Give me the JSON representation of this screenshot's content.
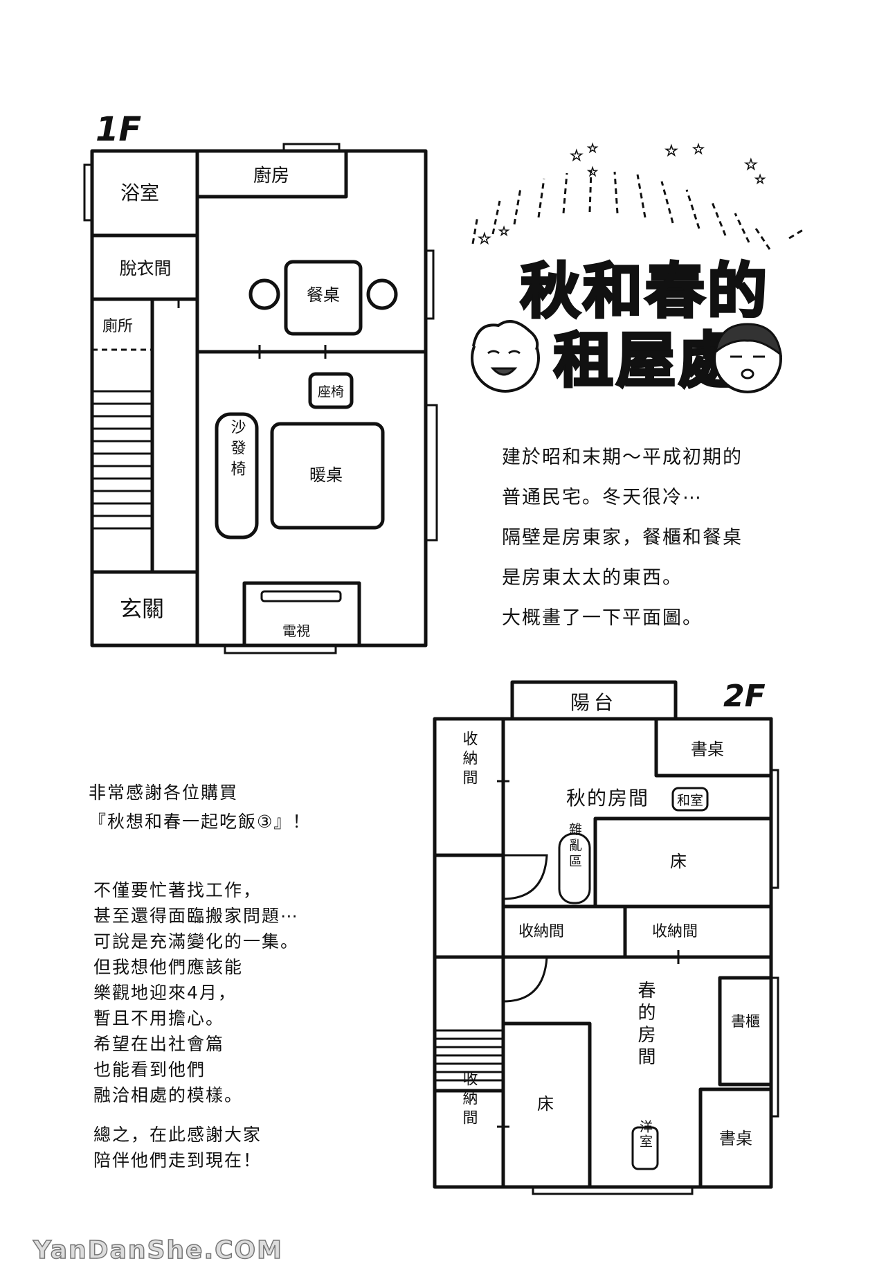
{
  "floor1": {
    "label": "1F",
    "rooms": {
      "bath": "浴室",
      "dressing": "脫衣間",
      "toilet": "廁所",
      "entrance": "玄關",
      "kitchen": "廚房",
      "dining_table": "餐桌",
      "zaisu": "座椅",
      "sofa": "沙發椅",
      "kotatsu": "暖桌",
      "tv": "電視"
    }
  },
  "floor2": {
    "label": "2F",
    "rooms": {
      "balcony": "陽台",
      "storage_left_top": "收納間",
      "desk_top": "書桌",
      "aki_room": "秋的房間",
      "washitsu": "和室",
      "clutter": "雜亂區",
      "bed_top": "床",
      "storage_mid_a": "收納間",
      "storage_mid_b": "收納間",
      "bookcase": "書櫃",
      "haru_room": "春的房間",
      "youshitsu": "洋室",
      "bed_bottom": "床",
      "desk_bottom": "書桌",
      "storage_left_bottom": "收納間"
    }
  },
  "title": {
    "line1": "秋和春的",
    "line2": "租屋處"
  },
  "description": [
    "建於昭和末期～平成初期的",
    "普通民宅。冬天很冷⋯",
    "隔壁是房東家，餐櫃和餐桌",
    "是房東太太的東西。",
    "大概畫了一下平面圖。"
  ],
  "message": {
    "thanks": [
      "非常感謝各位購買",
      "『秋想和春一起吃飯③』！"
    ],
    "body": [
      "不僅要忙著找工作，",
      "甚至還得面臨搬家問題⋯",
      "可說是充滿變化的一集。",
      "但我想他們應該能",
      "樂觀地迎來4月，",
      "暫且不用擔心。",
      "希望在出社會篇",
      "也能看到他們",
      "融洽相處的模樣。"
    ],
    "closing": [
      "總之，在此感謝大家",
      "陪伴他們走到現在！"
    ]
  },
  "watermark": "YanDanShe.COM"
}
